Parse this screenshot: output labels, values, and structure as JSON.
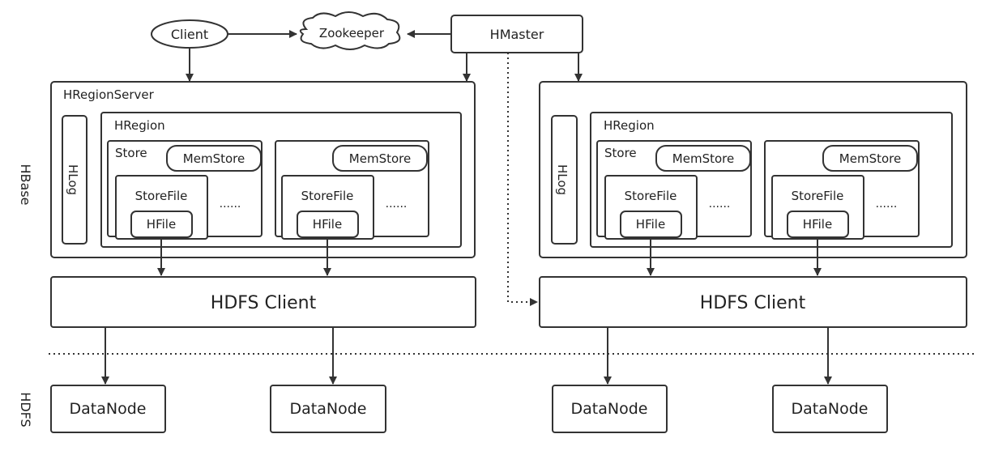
{
  "nodes": {
    "client": "Client",
    "zookeeper": "Zookeeper",
    "hmaster": "HMaster",
    "region_server": "HRegionServer",
    "hregion": "HRegion",
    "hlog": "HLog",
    "store": "Store",
    "memstore": "MemStore",
    "storefile": "StoreFile",
    "hfile": "HFile",
    "ellipsis": "......",
    "hdfs_client": "HDFS Client",
    "datanode": "DataNode"
  },
  "sections": {
    "hbase": "HBase",
    "hdfs": "HDFS"
  },
  "colors": {
    "stroke": "#333333",
    "fill": "#ffffff",
    "text": "#222222"
  }
}
